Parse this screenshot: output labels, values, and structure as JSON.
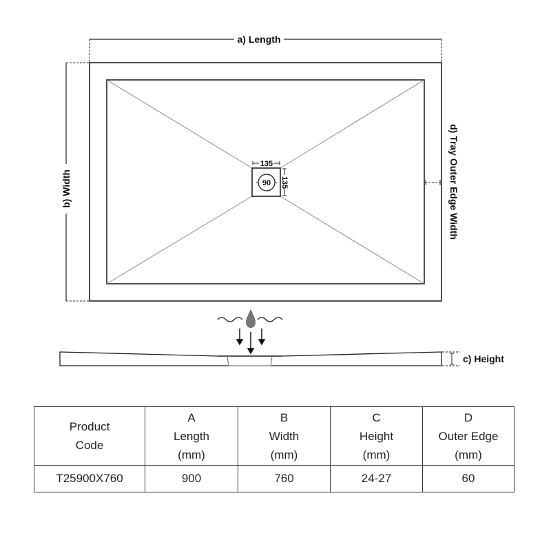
{
  "diagram": {
    "labels": {
      "length": "a) Length",
      "width": "b) Width",
      "height": "c) Height",
      "outer_edge": "d) Tray Outer Edge Width"
    },
    "drain": {
      "box_width": "135",
      "box_height": "135",
      "waste_diameter": "90"
    },
    "colors": {
      "outline": "#222222",
      "inner_diagonals": "#888888",
      "water_drop": "#777777"
    },
    "icons": [
      "water-wave-icon",
      "water-drop-icon",
      "down-arrow-icon"
    ]
  },
  "table": {
    "headers": [
      {
        "letter": "",
        "lines": [
          "Product",
          "Code"
        ]
      },
      {
        "letter": "A",
        "lines": [
          "Length",
          "(mm)"
        ]
      },
      {
        "letter": "B",
        "lines": [
          "Width",
          "(mm)"
        ]
      },
      {
        "letter": "C",
        "lines": [
          "Height",
          "(mm)"
        ]
      },
      {
        "letter": "D",
        "lines": [
          "Outer Edge",
          "(mm)"
        ]
      }
    ],
    "rows": [
      {
        "product_code": "T25900X760",
        "length": "900",
        "width": "760",
        "height": "24-27",
        "outer_edge": "60"
      }
    ]
  }
}
